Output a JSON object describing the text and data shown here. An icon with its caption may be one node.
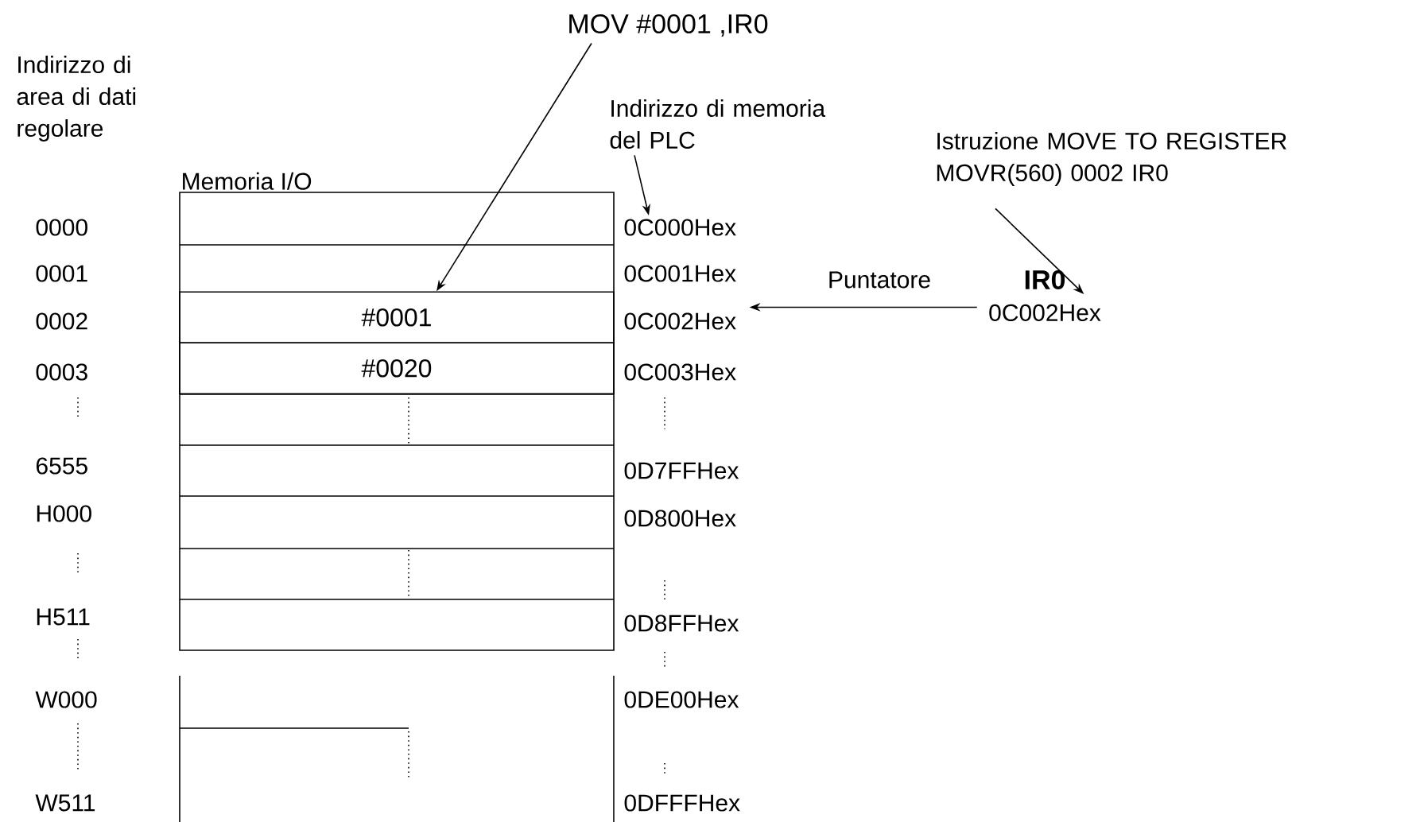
{
  "diagram": {
    "nodes": [
      {
        "text": [
          "Memoria I/O"
        ]
      },
      {
        "text": [
          "#0001"
        ],
        "in": 0
      },
      {
        "text": [
          "#0020"
        ],
        "in": 0
      },
      {
        "text": [],
        "shape": "box"
      },
      {
        "text": [
          "MOV #0001 ,IR0"
        ]
      },
      {
        "text": [
          "Indirizzo di memoria del PLC"
        ]
      },
      {
        "text": [
          "0C000Hex"
        ]
      },
      {
        "text": [
          "Istruzione MOVE TO REGISTER MOVR(560) 0002 IR0"
        ]
      },
      {
        "text": [
          "IR0",
          "0C002Hex"
        ]
      },
      {
        "text": [
          "0C002Hex"
        ]
      }
    ],
    "edges": [
      {
        "from": 4,
        "to": 1,
        "arrow": "to"
      },
      {
        "from": 5,
        "to": 6,
        "arrow": "to"
      },
      {
        "from": 7,
        "to": 8,
        "arrow": "to"
      },
      {
        "from": 8,
        "to": 9,
        "arrow": "to",
        "label": "Puntatore"
      }
    ],
    "labels": [
      "Indirizzo di area di dati regolare",
      "0000",
      "0001",
      "0002",
      "0003",
      "6555",
      "H000",
      "H511",
      "W000",
      "W511",
      "0C001Hex",
      "0C003Hex",
      "0D7FFHex",
      "0D800Hex",
      "0D8FFHex",
      "0DE00Hex",
      "0DFFFHex"
    ]
  }
}
